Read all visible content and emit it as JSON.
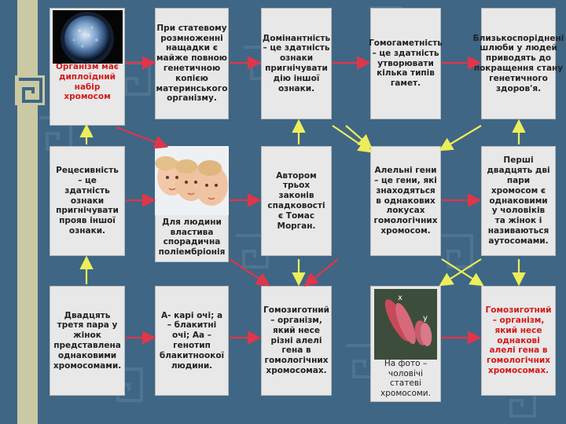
{
  "cards": [
    {
      "id": "c-1",
      "text": "Організм має диплоїдний набір хромосом",
      "style": "red"
    },
    {
      "id": "c-2",
      "text": "При статевому розмноженні нащадки є майже повною генетичною копією материнського організму.",
      "style": "bold"
    },
    {
      "id": "c-3",
      "text": "Домінантність – це здатність ознаки пригнічувати дію іншої ознаки.",
      "style": "bold"
    },
    {
      "id": "c-4",
      "text": "Гомогаметність – це здатність утворювати кілька типів гамет.",
      "style": "bold"
    },
    {
      "id": "c-5",
      "text": "Близькоспоріднені шлюби у людей приводять до покращення стану генетичного здоров'я.",
      "style": "bold"
    },
    {
      "id": "c-6",
      "text": "Для людини властива спорадична поліембріонія",
      "style": "bold"
    },
    {
      "id": "c-7",
      "text": "Рецесивність – це здатність ознаки пригнічувати прояв іншої ознаки.",
      "style": "bold"
    },
    {
      "id": "c-8",
      "text": "Автором трьох законів спадковості є Томас Морган.",
      "style": "bold"
    },
    {
      "id": "c-9",
      "text": "Алельні гени – це гени, які знаходяться в однакових локусах гомологічних хромосом.",
      "style": "bold"
    },
    {
      "id": "c-10",
      "text": "Перші двадцять дві пари хромосом є однаковими у чоловіків та жінок і називаються аутосомами.",
      "style": "bold"
    },
    {
      "id": "c-11",
      "text": "Двадцять третя пара у жінок представлена однаковими хромосомами.",
      "style": "bold"
    },
    {
      "id": "c-12",
      "text": "А- карі очі; а – блакитні очі; Аа – генотип блакитноокої людини.",
      "style": "bold"
    },
    {
      "id": "c-13",
      "text": "На фото – чоловічі статеві хромосоми.",
      "style": "normal"
    },
    {
      "id": "c-14",
      "text": "Гомозиготний – організм, який несе різні алелі гена в гомологічних хромосомах.",
      "style": "bold"
    },
    {
      "id": "c-15",
      "text": "Гомозиготний – організм, який несе однакові алелі гена в гомологічних хромосомах.",
      "style": "red"
    }
  ],
  "chromosome_labels": {
    "x": "x",
    "y": "y"
  },
  "colors": {
    "background": "#3f6684",
    "stripe": "#cbc9a3",
    "card": "#e8e8e8",
    "arrow_red": "#e0354a",
    "arrow_yellow": "#ecef5a",
    "red_text": "#d61a1a"
  },
  "images": [
    {
      "name": "egg-cell-photo"
    },
    {
      "name": "babies-photo"
    },
    {
      "name": "chromosome-photo"
    }
  ]
}
